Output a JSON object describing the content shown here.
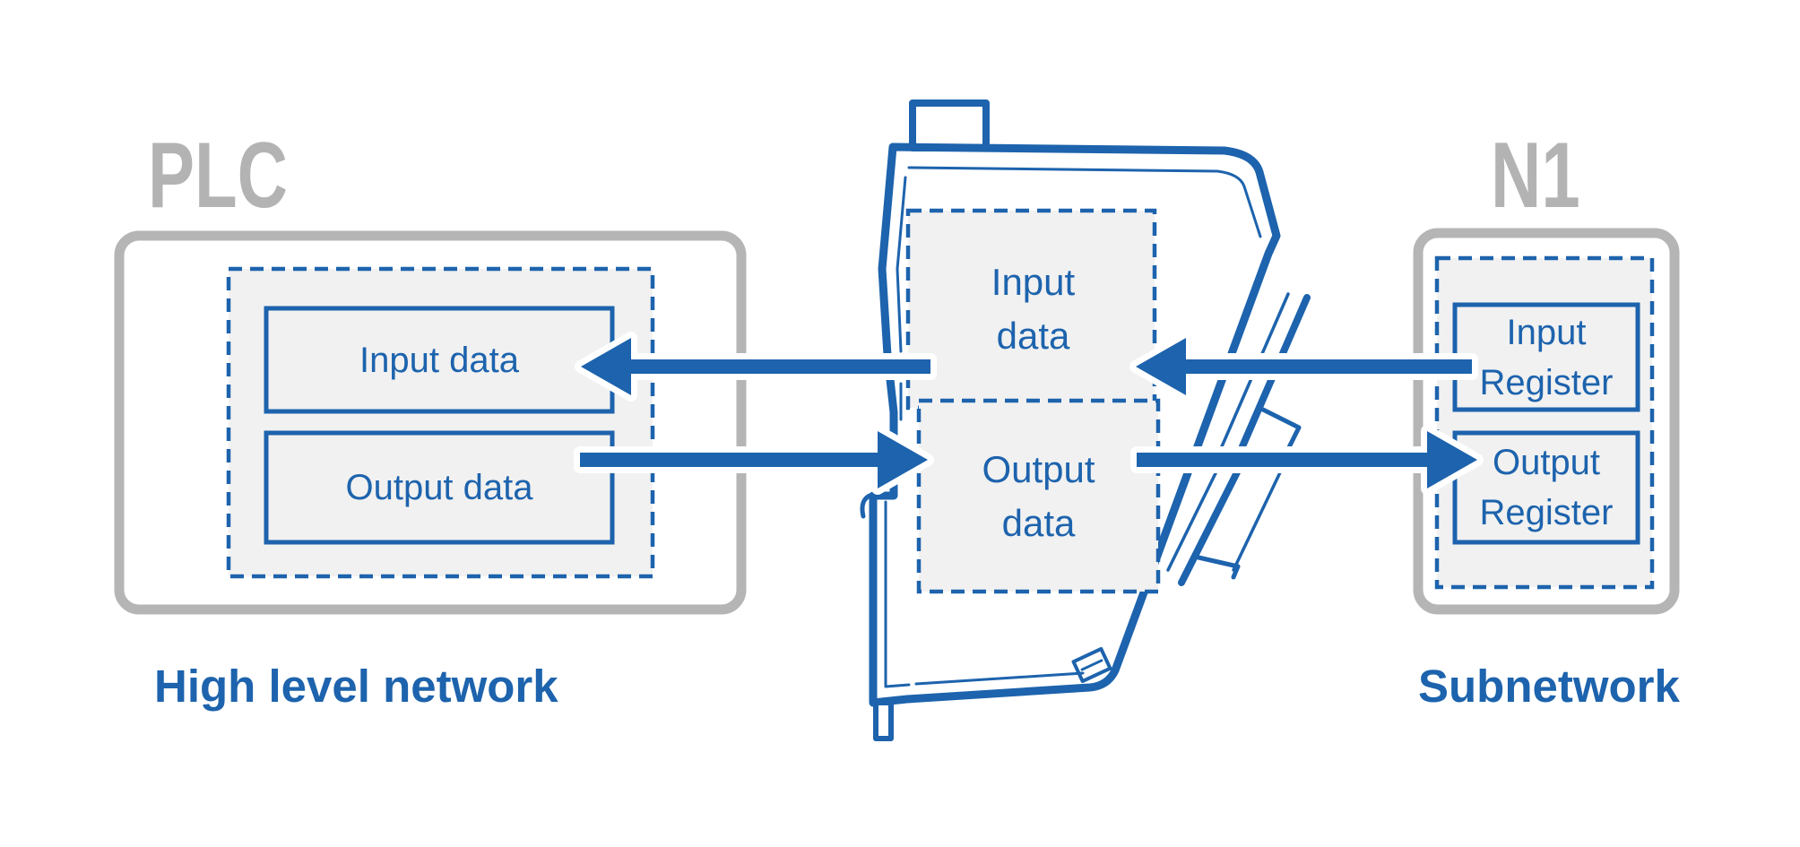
{
  "plc": {
    "title": "PLC",
    "network_label": "High level network",
    "input_box_label": "Input data",
    "output_box_label": "Output data"
  },
  "gateway": {
    "input_box": {
      "line1": "Input",
      "line2": "data"
    },
    "output_box": {
      "line1": "Output",
      "line2": "data"
    }
  },
  "subnetwork": {
    "title": "N1",
    "network_label": "Subnetwork",
    "input_box": {
      "line1": "Input",
      "line2": "Register"
    },
    "output_box": {
      "line1": "Output",
      "line2": "Register"
    }
  },
  "arrows": [
    {
      "name": "gateway-input-to-plc-input",
      "direction": "left"
    },
    {
      "name": "input-register-to-gateway-input",
      "direction": "left"
    },
    {
      "name": "plc-output-to-gateway-output",
      "direction": "right"
    },
    {
      "name": "gateway-output-to-output-register",
      "direction": "right"
    }
  ],
  "colors": {
    "blue": "#1d63ad",
    "gray": "#b5b5b5",
    "light_fill": "#f1f1f1"
  }
}
